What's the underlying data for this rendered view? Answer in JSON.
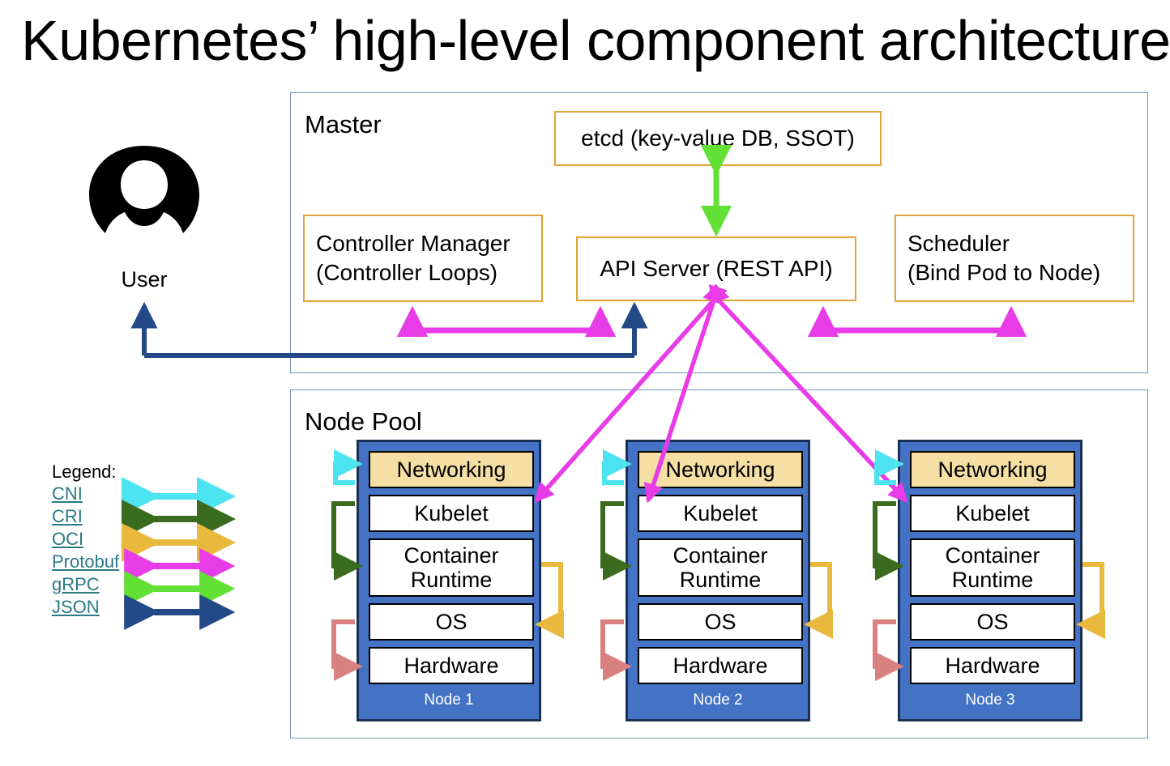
{
  "title": "Kubernetes’ high-level component architecture",
  "user": {
    "label": "User",
    "icon": "user-silhouette-icon"
  },
  "master": {
    "label": "Master",
    "boxes": [
      {
        "id": "etcd",
        "text": "etcd (key-value DB, SSOT)"
      },
      {
        "id": "controller-manager",
        "line1": "Controller Manager",
        "line2": "(Controller Loops)"
      },
      {
        "id": "api-server",
        "text": "API Server (REST API)"
      },
      {
        "id": "scheduler",
        "line1": "Scheduler",
        "line2": "(Bind Pod to Node)"
      }
    ]
  },
  "node_pool": {
    "label": "Node Pool",
    "layers": [
      "Networking",
      "Kubelet",
      "Container Runtime",
      "OS",
      "Hardware"
    ],
    "nodes": [
      {
        "label": "Node 1"
      },
      {
        "label": "Node 2"
      },
      {
        "label": "Node 3"
      }
    ]
  },
  "legend": {
    "title": "Legend:",
    "items": [
      {
        "label": "CNI",
        "color": "#4de3f0"
      },
      {
        "label": "CRI",
        "color": "#3a6b1e"
      },
      {
        "label": "OCI",
        "color": "#e8b93d"
      },
      {
        "label": "Protobuf",
        "color": "#e83ce8"
      },
      {
        "label": "gRPC",
        "color": "#62e036"
      },
      {
        "label": "JSON",
        "color": "#234a87"
      }
    ]
  },
  "colors": {
    "outer_border": "#7494bd",
    "box_border": "#e0a33c",
    "node_fill": "#4472c4",
    "node_border": "#1b2f52",
    "networking_fill": "#f5dfa4",
    "link_text": "#2a7a86",
    "cni": "#4de3f0",
    "cri": "#3a6b1e",
    "oci": "#e8b93d",
    "protobuf": "#e83ce8",
    "grpc": "#62e036",
    "json": "#234a87",
    "hw_connector": "#d98080"
  }
}
